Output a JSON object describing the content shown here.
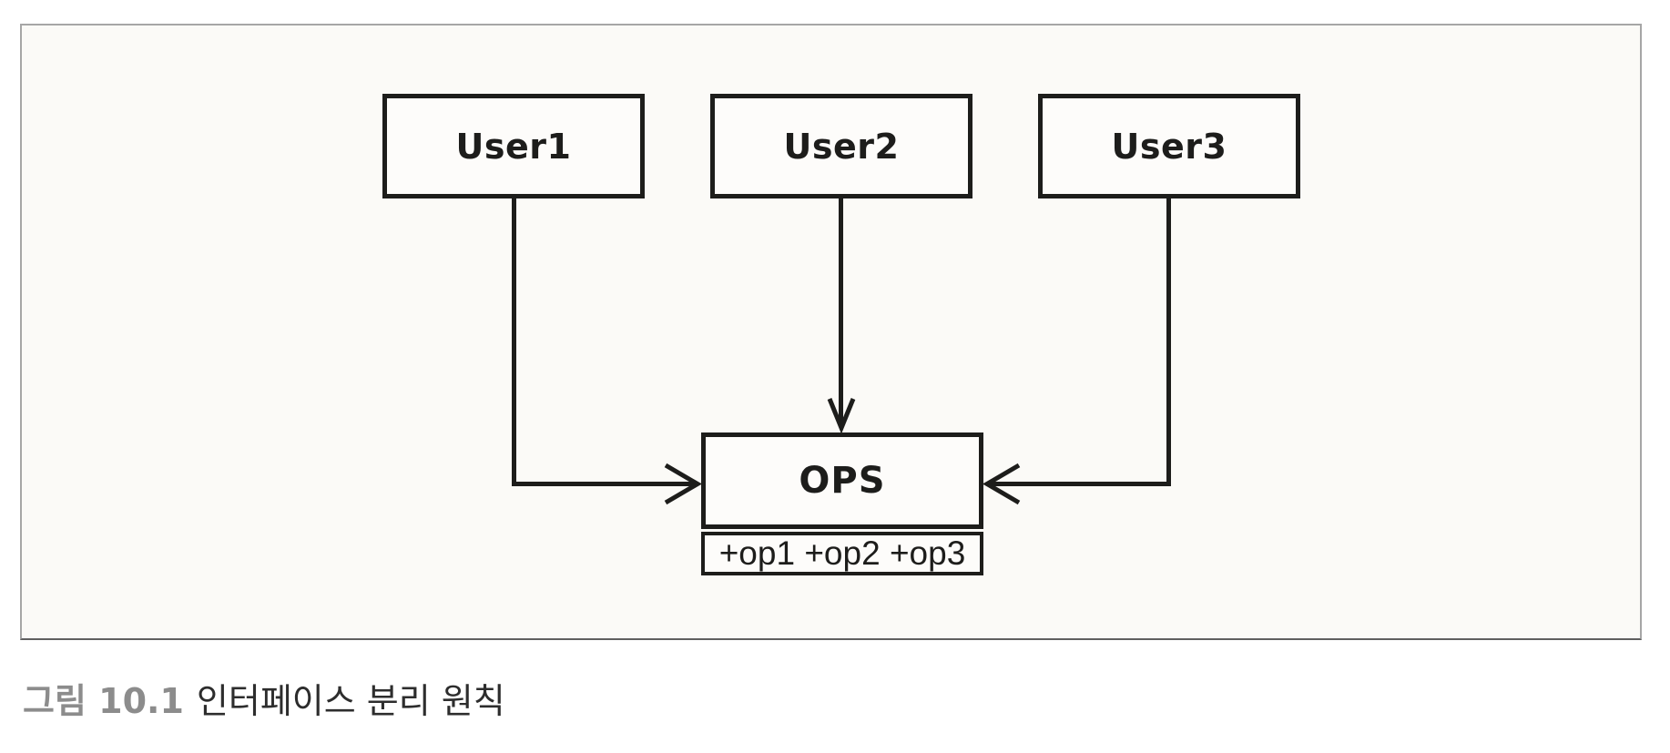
{
  "figure": {
    "type": "uml-class-diagram",
    "topic": "interface-segregation-principle",
    "nodes": {
      "user1": {
        "label": "User1"
      },
      "user2": {
        "label": "User2"
      },
      "user3": {
        "label": "User3"
      },
      "ops": {
        "title": "OPS",
        "operations": "+op1 +op2 +op3"
      }
    },
    "edges": [
      {
        "from": "User1",
        "to": "OPS",
        "style": "open-arrow"
      },
      {
        "from": "User2",
        "to": "OPS",
        "style": "open-arrow"
      },
      {
        "from": "User3",
        "to": "OPS",
        "style": "open-arrow"
      }
    ],
    "colors": {
      "line": "#1d1d1b",
      "box_fill": "#fdfcfa",
      "canvas_background": "#fbfaf7",
      "frame_border": "#a6a6a6"
    }
  },
  "caption": {
    "figure_label": "그림 10.1",
    "text": "인터페이스 분리 원칙",
    "label_color": "#8c8c8c",
    "text_color": "#2d2d2d"
  }
}
